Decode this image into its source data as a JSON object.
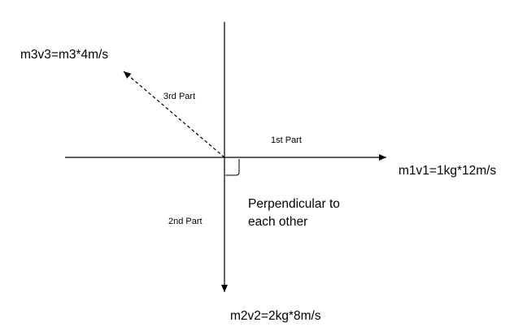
{
  "diagram": {
    "labels": {
      "m3v3": "m3v3=m3*4m/s",
      "part3": "3rd Part",
      "part1": "1st Part",
      "m1v1": "m1v1=1kg*12m/s",
      "part2": "2nd Part",
      "m2v2": "m2v2=2kg*8m/s",
      "note_line1": "Perpendicular to",
      "note_line2": "each other"
    }
  }
}
